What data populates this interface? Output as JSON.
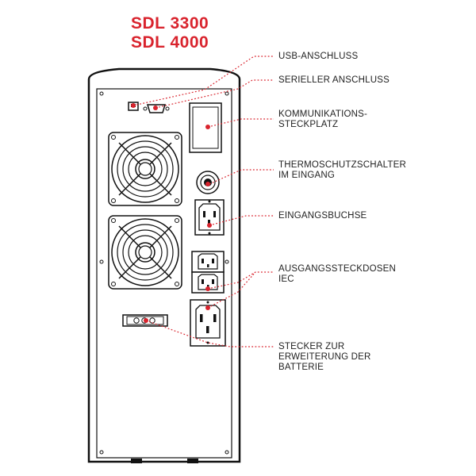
{
  "models": [
    "SDL 3300",
    "SDL 4000"
  ],
  "accent_color": "#d9232d",
  "labels": {
    "usb": "USB-ANSCHLUSS",
    "serial": "SERIELLER ANSCHLUSS",
    "comm_line1": "KOMMUNIKATIONS-",
    "comm_line2": "STECKPLATZ",
    "thermo_line1": "THERMOSCHUTZSCHALTER",
    "thermo_line2": "IM EINGANG",
    "input": "EINGANGSBUCHSE",
    "outputs_line1": "AUSGANGSSTECKDOSEN",
    "outputs_line2": "IEC",
    "battery_line1": "STECKER ZUR",
    "battery_line2": "ERWEITERUNG DER",
    "battery_line3": "BATTERIE"
  }
}
